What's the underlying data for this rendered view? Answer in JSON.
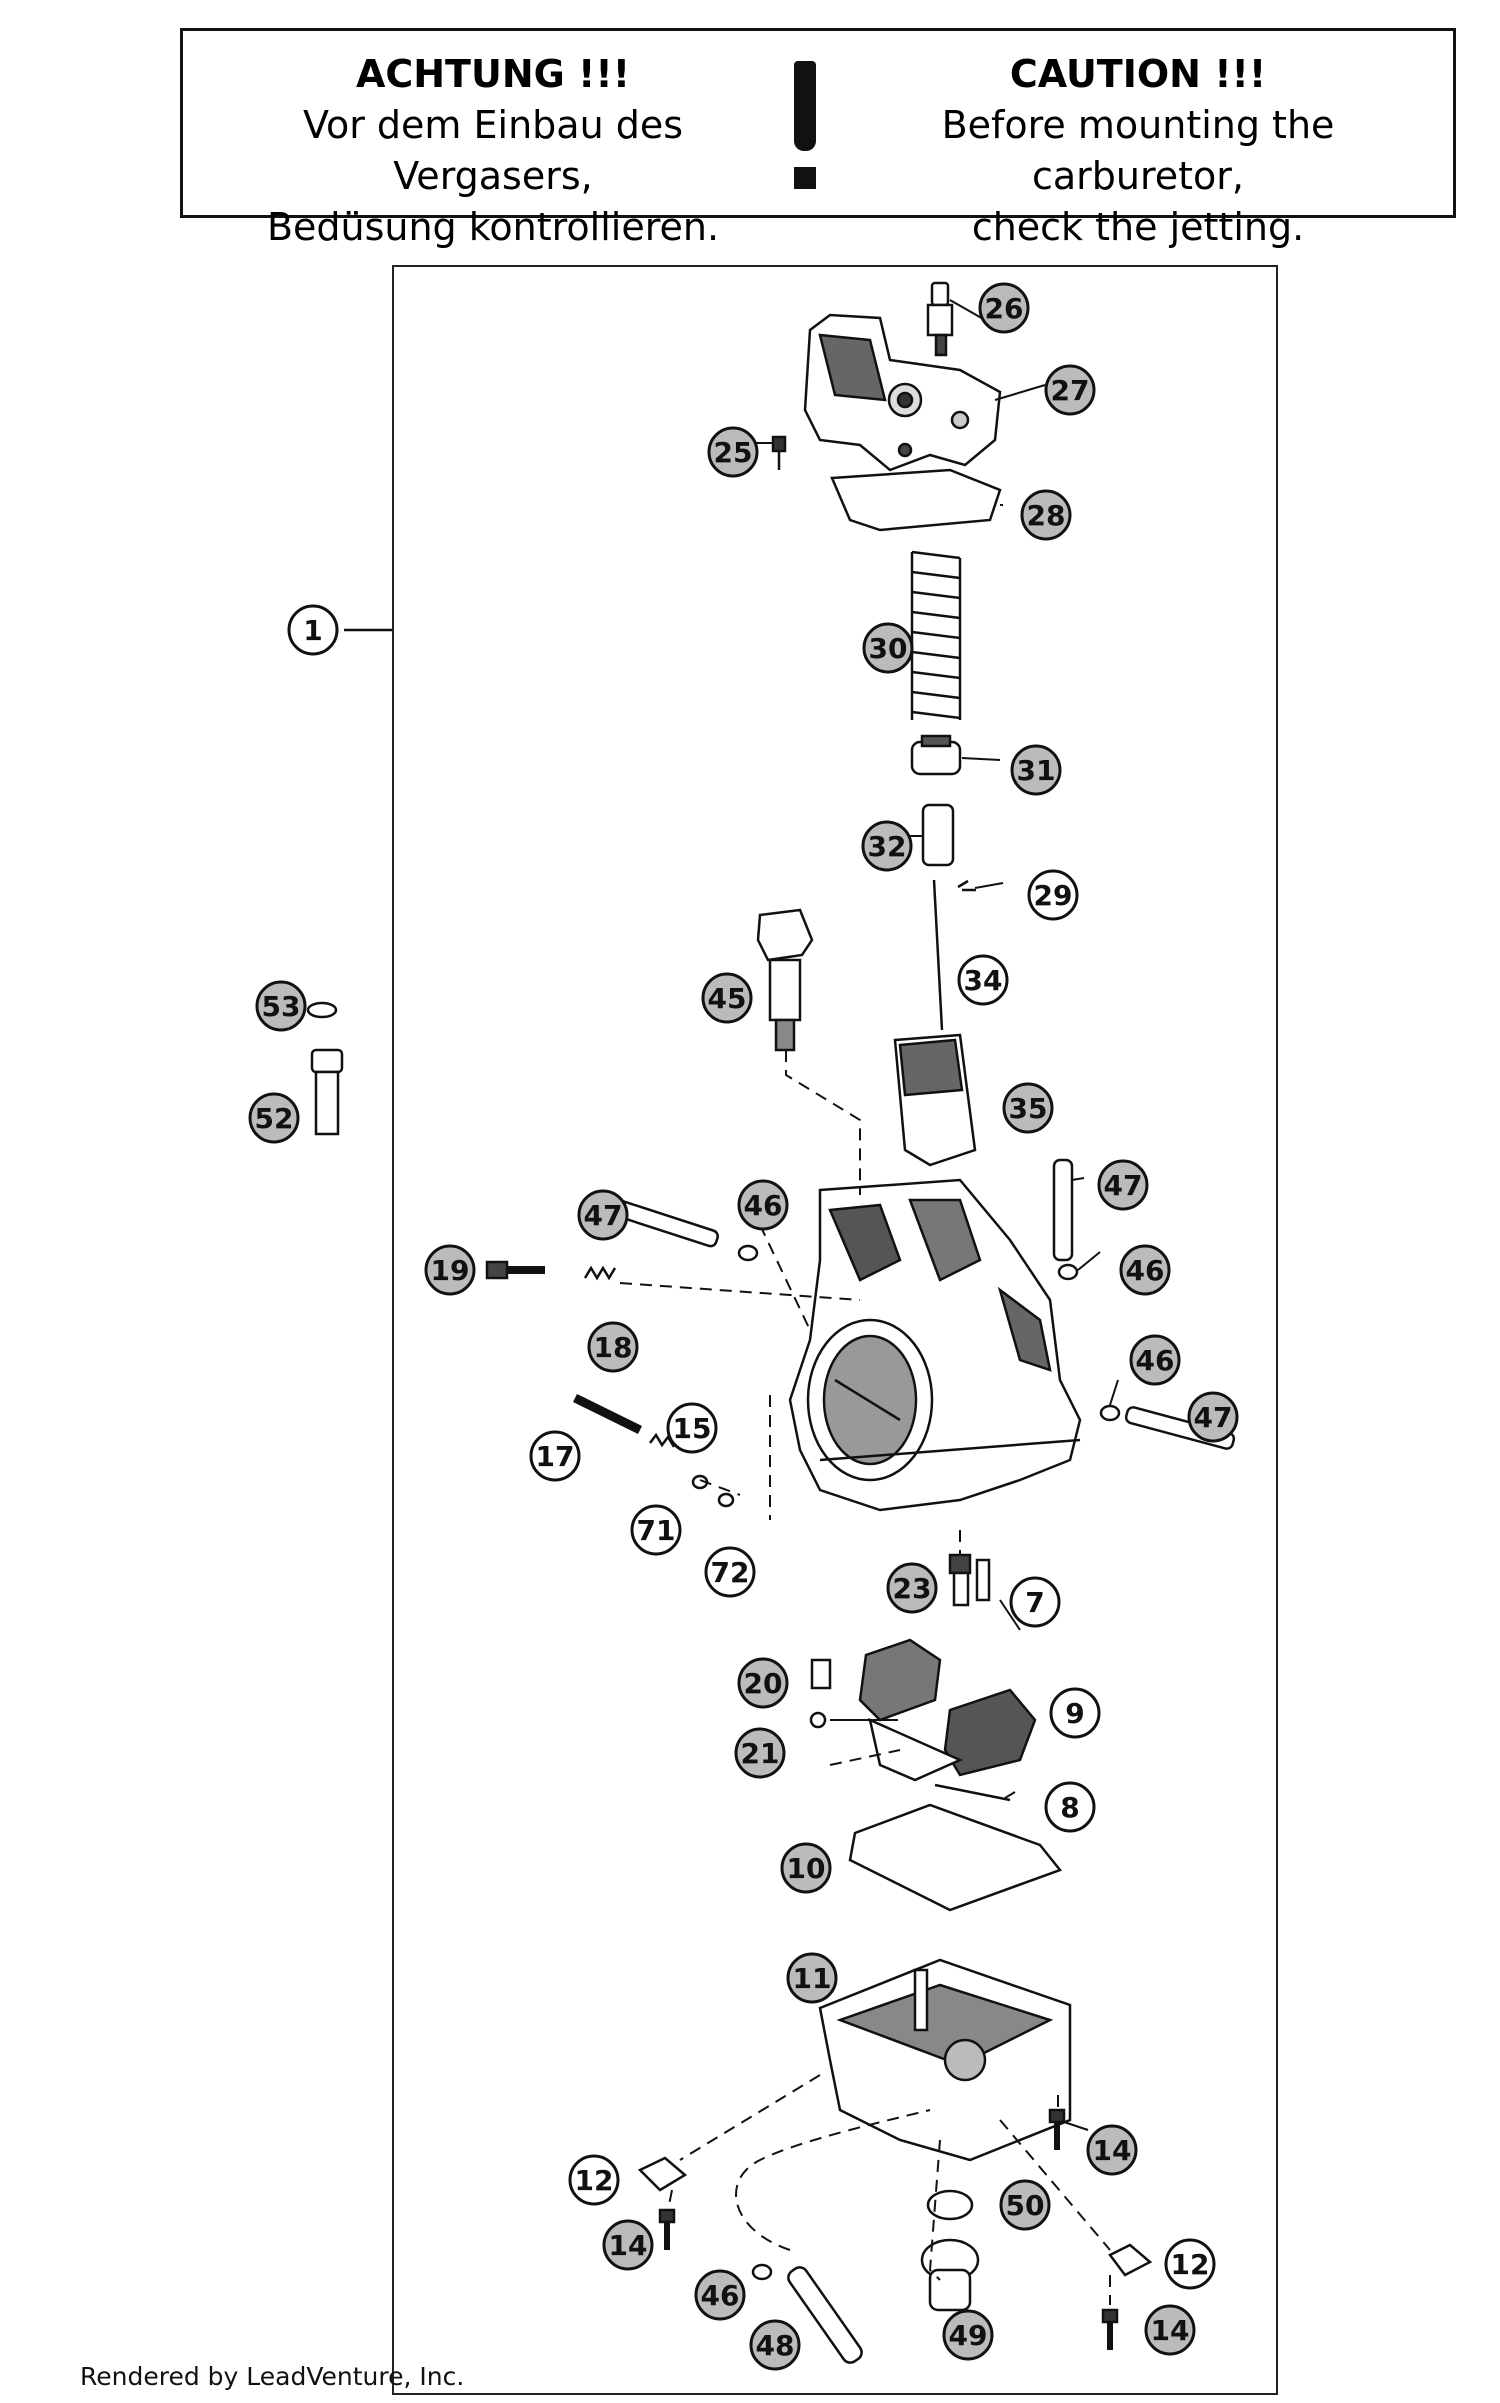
{
  "caution": {
    "de_title": "ACHTUNG !!!",
    "de_line1": "Vor dem Einbau des Vergasers,",
    "de_line2": "Bedüsung kontrollieren.",
    "en_title": "CAUTION !!!",
    "en_line1": "Before mounting the carburetor,",
    "en_line2": "check the jetting."
  },
  "footer": {
    "text": "Rendered by LeadVenture, Inc."
  },
  "callouts": [
    {
      "id": "c1",
      "label": "1"
    },
    {
      "id": "c26",
      "label": "26"
    },
    {
      "id": "c27",
      "label": "27"
    },
    {
      "id": "c25",
      "label": "25"
    },
    {
      "id": "c28",
      "label": "28"
    },
    {
      "id": "c30",
      "label": "30"
    },
    {
      "id": "c31",
      "label": "31"
    },
    {
      "id": "c32",
      "label": "32"
    },
    {
      "id": "c29",
      "label": "29"
    },
    {
      "id": "c34",
      "label": "34"
    },
    {
      "id": "c45",
      "label": "45"
    },
    {
      "id": "c53",
      "label": "53"
    },
    {
      "id": "c52",
      "label": "52"
    },
    {
      "id": "c35",
      "label": "35"
    },
    {
      "id": "c47a",
      "label": "47"
    },
    {
      "id": "c46a",
      "label": "46"
    },
    {
      "id": "c47b",
      "label": "47"
    },
    {
      "id": "c46b",
      "label": "46"
    },
    {
      "id": "c19",
      "label": "19"
    },
    {
      "id": "c18",
      "label": "18"
    },
    {
      "id": "c46c",
      "label": "46"
    },
    {
      "id": "c47c",
      "label": "47"
    },
    {
      "id": "c17",
      "label": "17"
    },
    {
      "id": "c15",
      "label": "15"
    },
    {
      "id": "c71",
      "label": "71"
    },
    {
      "id": "c72",
      "label": "72"
    },
    {
      "id": "c23",
      "label": "23"
    },
    {
      "id": "c7",
      "label": "7"
    },
    {
      "id": "c20",
      "label": "20"
    },
    {
      "id": "c9",
      "label": "9"
    },
    {
      "id": "c21",
      "label": "21"
    },
    {
      "id": "c8",
      "label": "8"
    },
    {
      "id": "c10",
      "label": "10"
    },
    {
      "id": "c11",
      "label": "11"
    },
    {
      "id": "c14a",
      "label": "14"
    },
    {
      "id": "c12a",
      "label": "12"
    },
    {
      "id": "c50",
      "label": "50"
    },
    {
      "id": "c14b",
      "label": "14"
    },
    {
      "id": "c12b",
      "label": "12"
    },
    {
      "id": "c46d",
      "label": "46"
    },
    {
      "id": "c14c",
      "label": "14"
    },
    {
      "id": "c49",
      "label": "49"
    },
    {
      "id": "c48",
      "label": "48"
    }
  ]
}
